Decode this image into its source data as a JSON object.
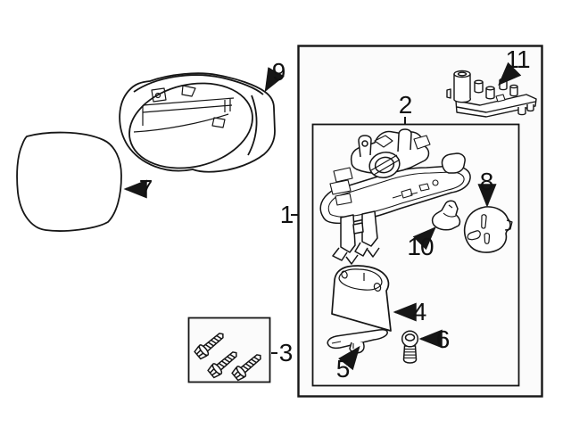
{
  "diagram": {
    "kind": "exploded-parts-diagram",
    "background_color": "#ffffff",
    "line_color": "#161616",
    "box_fill_color": "#fbfbfb",
    "callouts": [
      {
        "label": "1",
        "target": "assembly-boundary-box"
      },
      {
        "label": "2",
        "target": "mirror-motor-assembly-box"
      },
      {
        "label": "3",
        "target": "bolt-set-box"
      },
      {
        "label": "4",
        "target": "base-cover"
      },
      {
        "label": "5",
        "target": "base-seal"
      },
      {
        "label": "6",
        "target": "cover-screw"
      },
      {
        "label": "7",
        "target": "mirror-glass"
      },
      {
        "label": "8",
        "target": "round-cap"
      },
      {
        "label": "9",
        "target": "mirror-housing"
      },
      {
        "label": "10",
        "target": "small-bracket"
      },
      {
        "label": "11",
        "target": "harness-bracket"
      }
    ]
  }
}
